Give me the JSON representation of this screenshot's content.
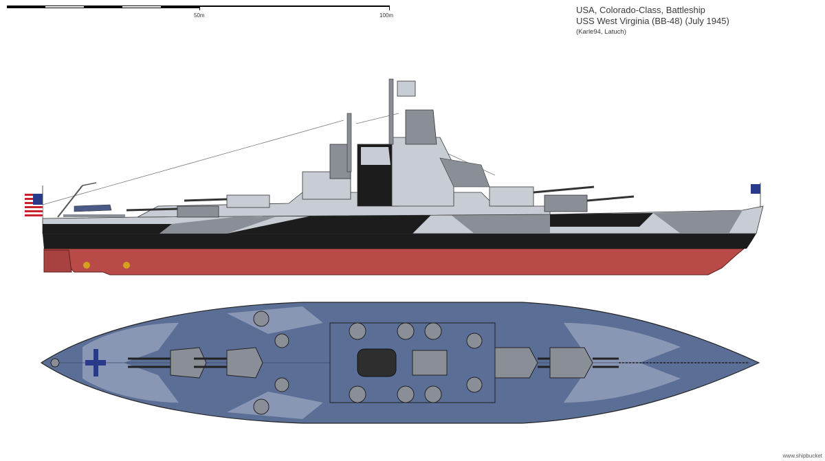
{
  "scale_bar": {
    "label_mid": "50m",
    "label_end": "100m"
  },
  "title": {
    "line1": "USA, Colorado-Class, Battleship",
    "line2": "USS West Virginia (BB-48) (July 1945)",
    "line3": "(Karle94, Latuch)"
  },
  "credit": "www.shipbucket",
  "colors": {
    "hull_red": "#b84a48",
    "camo_light": "#c8ccd4",
    "camo_mid": "#8a8e96",
    "camo_dark": "#1c1c1c",
    "deck_blue": "#5a6e96",
    "deck_light": "#9aa6be",
    "flag_red": "#c8202c",
    "flag_blue": "#2a3a8a"
  },
  "icons": {
    "flag_stern": "us-flag-icon",
    "flag_bow": "jack-flag-icon",
    "aircraft": "seaplane-icon"
  }
}
